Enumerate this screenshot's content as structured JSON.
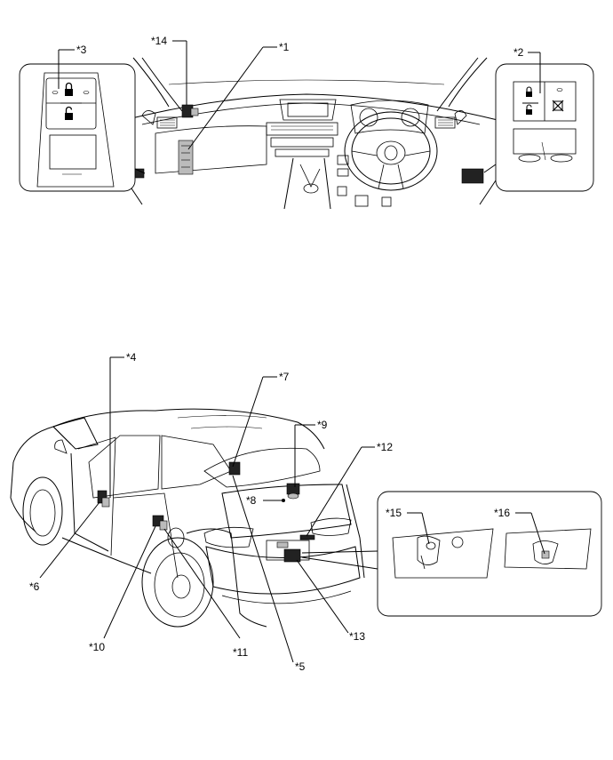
{
  "callouts": {
    "c1": "*1",
    "c2": "*2",
    "c3": "*3",
    "c4": "*4",
    "c5": "*5",
    "c6": "*6",
    "c7": "*7",
    "c8": "*8",
    "c9": "*9",
    "c10": "*10",
    "c11": "*11",
    "c12": "*12",
    "c13": "*13",
    "c14": "*14",
    "c15": "*15",
    "c16": "*16"
  },
  "icons": [
    "lock-icon",
    "unlock-icon",
    "window-lock-icon"
  ]
}
